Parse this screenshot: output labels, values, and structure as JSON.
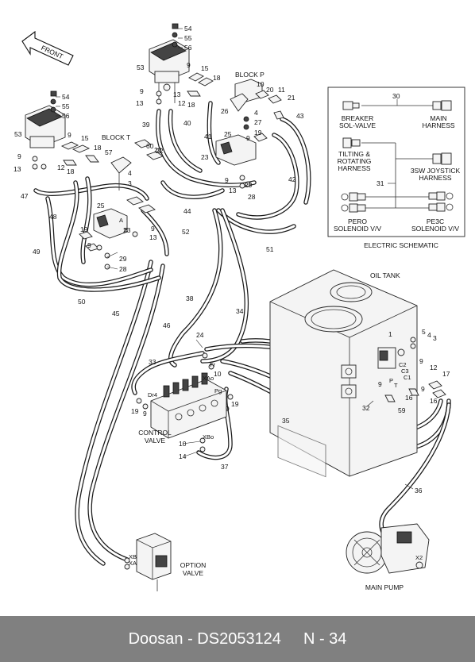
{
  "labels": {
    "front": "FRONT",
    "block_p": "BLOCK P",
    "block_t": "BLOCK T",
    "oil_tank": "OIL TANK",
    "control_valve_l1": "CONTROL",
    "control_valve_l2": "VALVE",
    "option_valve_l1": "OPTION",
    "option_valve_l2": "VALVE",
    "main_pump": "MAIN PUMP"
  },
  "schematic": {
    "title": "ELECTRIC SCHEMATIC",
    "breaker_l1": "BREAKER",
    "breaker_l2": "SOL-VALVE",
    "main_harness_l1": "MAIN",
    "main_harness_l2": "HARNESS",
    "tilting_l1": "TILTING &",
    "tilting_l2": "ROTATING",
    "tilting_l3": "HARNESS",
    "joystick_l1": "3SW JOYSTICK",
    "joystick_l2": "HARNESS",
    "pero_l1": "PERO",
    "pero_l2": "SOLENOID V/V",
    "pe3c_l1": "PE3C",
    "pe3c_l2": "SOLENOID V/V",
    "num_30": "30",
    "num_31": "31"
  },
  "ports": {
    "xao": "XAo",
    "xbo": "XBo",
    "dr4": "Dr4",
    "fr": "Fr",
    "pg": "Pg",
    "xb": "XB",
    "xa": "XA",
    "x2": "X2",
    "c1": "C1",
    "c2": "C2",
    "c3": "C3",
    "p": "P",
    "t": "T",
    "a": "A",
    "b": "B"
  },
  "callouts": {
    "n54a": "54",
    "n55a": "55",
    "n56a": "56",
    "n53a": "53",
    "n54b": "54",
    "n55b": "55",
    "n56b": "56",
    "n53b": "53",
    "n9a": "9",
    "n13a": "13",
    "n9b": "9",
    "n15a": "15",
    "n18a": "18",
    "n12a": "12",
    "n13b": "13",
    "n18b": "18",
    "n9c": "9",
    "n13c": "13",
    "n9d": "9",
    "n15b": "15",
    "n18c": "18",
    "n12b": "12",
    "n18d": "18",
    "n39": "39",
    "n40": "40",
    "n41": "41",
    "n10a": "10",
    "n20": "20",
    "n11": "11",
    "n21": "21",
    "n26": "26",
    "n4a": "4",
    "n27": "27",
    "n25a": "25",
    "n9e": "9",
    "n19a": "19",
    "n43": "43",
    "n23a": "23",
    "n22a": "22",
    "n42": "42",
    "n29a": "29",
    "n13d": "13",
    "n28a": "28",
    "n9f": "9",
    "n60": "60",
    "n22b": "22",
    "n57": "57",
    "n4b": "4",
    "n3a": "3",
    "n47": "47",
    "n48": "48",
    "n44": "44",
    "n51": "51",
    "n25b": "25",
    "n23b": "23",
    "n9g": "9",
    "n13e": "13",
    "n52": "52",
    "n19b": "19",
    "n9h": "9",
    "n29b": "29",
    "n28b": "28",
    "n49": "49",
    "n50": "50",
    "n38": "38",
    "n34": "34",
    "n45": "45",
    "n46": "46",
    "n24": "24",
    "n10b": "10",
    "n33": "33",
    "n19c": "19",
    "n9i": "9",
    "n19d": "19",
    "n9j": "9",
    "n10c": "10",
    "n14": "14",
    "n37": "37",
    "n35": "35",
    "n1": "1",
    "n5": "5",
    "n4c": "4",
    "n3b": "3",
    "n9k": "9",
    "n12c": "12",
    "n17": "17",
    "n9l": "9",
    "n16a": "16",
    "n16b": "16",
    "n9m": "9",
    "n32": "32",
    "n59": "59",
    "n36": "36"
  },
  "footer": {
    "brand": "Doosan - DS2053124",
    "page": "N - 34"
  }
}
